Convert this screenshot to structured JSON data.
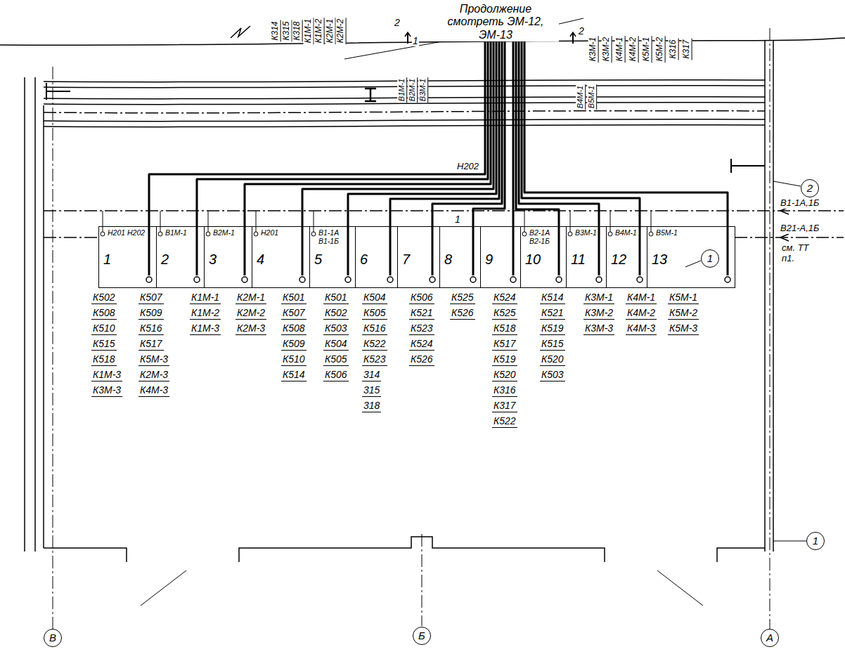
{
  "diagram": {
    "nodes": [
      {
        "text": [
          "Н201 Н202",
          "1"
        ]
      },
      {
        "text": [
          "В1М-1",
          "2"
        ]
      },
      {
        "text": [
          "В2М-1",
          "3"
        ]
      },
      {
        "text": [
          "Н201",
          "4"
        ]
      },
      {
        "text": [
          "В1-1А В1-1Б",
          "5"
        ]
      },
      {
        "text": [
          "6"
        ]
      },
      {
        "text": [
          "7"
        ]
      },
      {
        "text": [
          "8"
        ]
      },
      {
        "text": [
          "9"
        ]
      },
      {
        "text": [
          "В2-1А В2-1Б",
          "10"
        ]
      },
      {
        "text": [
          "В3М-1",
          "11"
        ]
      },
      {
        "text": [
          "В4М-1",
          "12"
        ]
      },
      {
        "text": [
          "В5М-1",
          "13"
        ]
      }
    ],
    "labels": [
      "Продолжение смотреть ЭМ-12, ЭМ-13",
      "К314",
      "К315",
      "К318",
      "К1М-1",
      "К1М-2",
      "К2М-1",
      "К2М-2",
      "К3М-1",
      "К3М-2",
      "К4М-1",
      "К4М-2",
      "К5М-1",
      "К5М-2",
      "К316",
      "К317",
      "В1М-1",
      "В2М-1",
      "В3М-1",
      "В4М-1",
      "В5М-1",
      "2",
      "1",
      "2",
      "1",
      "Н202",
      "В1-1А,1Б",
      "В21-А,1Б",
      "см. ТТ п1.",
      "2",
      "1",
      "1",
      "В",
      "Б",
      "А",
      "К502",
      "К507",
      "К508",
      "К509",
      "К510",
      "К516",
      "К515",
      "К517",
      "К518",
      "К5М-3",
      "К1М-3",
      "К2М-3",
      "К3М-3",
      "К4М-3",
      "К1М-1",
      "К1М-2",
      "К1М-3",
      "К2М-1",
      "К2М-2",
      "К2М-3",
      "К501",
      "К507",
      "К508",
      "К509",
      "К510",
      "К514",
      "К501",
      "К502",
      "К503",
      "К504",
      "К505",
      "К506",
      "К504",
      "К505",
      "К516",
      "К522",
      "К523",
      "314",
      "315",
      "318",
      "К506",
      "К521",
      "К523",
      "К524",
      "К526",
      "К525",
      "К526",
      "К524",
      "К525",
      "К518",
      "К517",
      "К519",
      "К520",
      "К316",
      "К317",
      "К522",
      "К514",
      "К521",
      "К519",
      "К515",
      "К520",
      "К503",
      "К3М-1",
      "К3М-2",
      "К3М-3",
      "К4М-1",
      "К4М-2",
      "К4М-3",
      "К5М-1",
      "К5М-2",
      "К5М-3"
    ]
  }
}
